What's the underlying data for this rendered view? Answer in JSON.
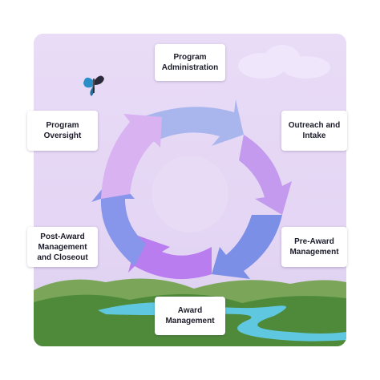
{
  "labels": {
    "program_administration": "Program\nAdministration",
    "outreach_and_intake": "Outreach and\nIntake",
    "pre_award_management": "Pre-Award\nManagement",
    "award_management": "Award\nManagement",
    "post_award_management": "Post-Award\nManagement\nand Closeout",
    "program_oversight": "Program\nOversight"
  },
  "colors": {
    "sky": "#e6d9f5",
    "arrow_blue_light": "#a9b6ee",
    "arrow_blue": "#7b8fe6",
    "arrow_lavender": "#d2a7f0",
    "arrow_purple": "#c49aee",
    "arrow_violet": "#b97df0",
    "hill_green": "#4f8a3a",
    "river": "#5fc8e0"
  }
}
